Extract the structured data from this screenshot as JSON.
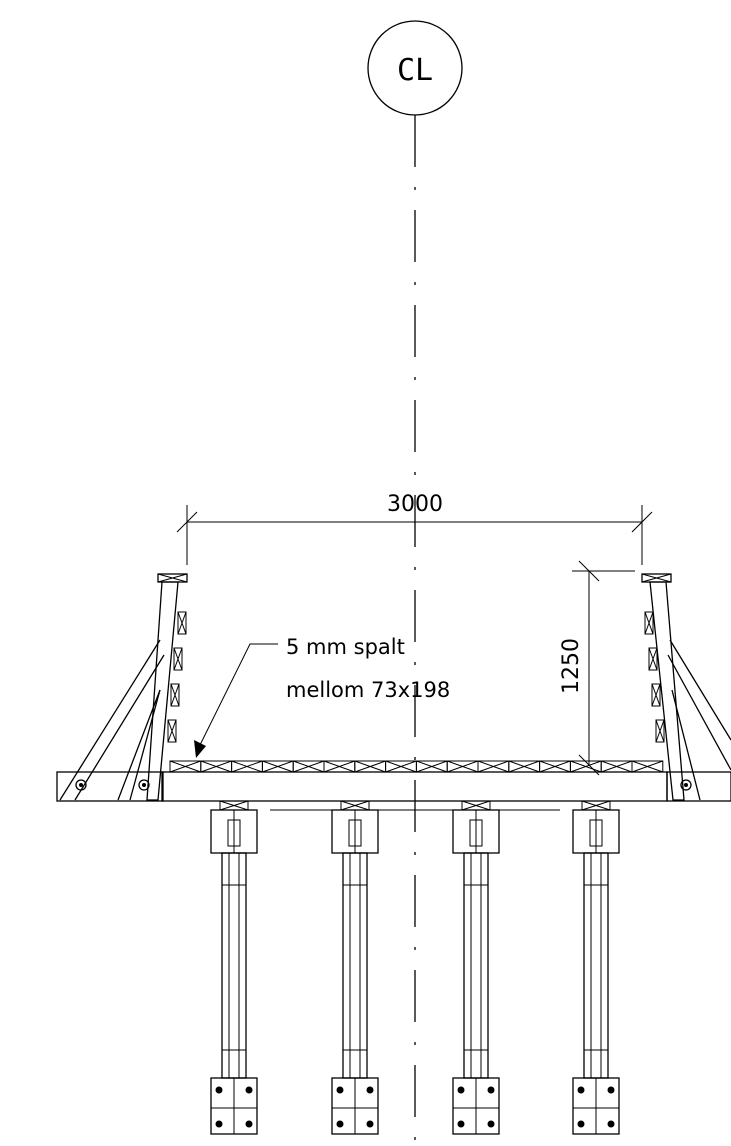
{
  "centerline_label": "CL",
  "dimensions": {
    "width_label": "3000",
    "height_label": "1250"
  },
  "annotation": {
    "line1": "5 mm spalt",
    "line2": "mellom 73x198"
  },
  "colors": {
    "line": "#000000",
    "background": "#ffffff"
  }
}
